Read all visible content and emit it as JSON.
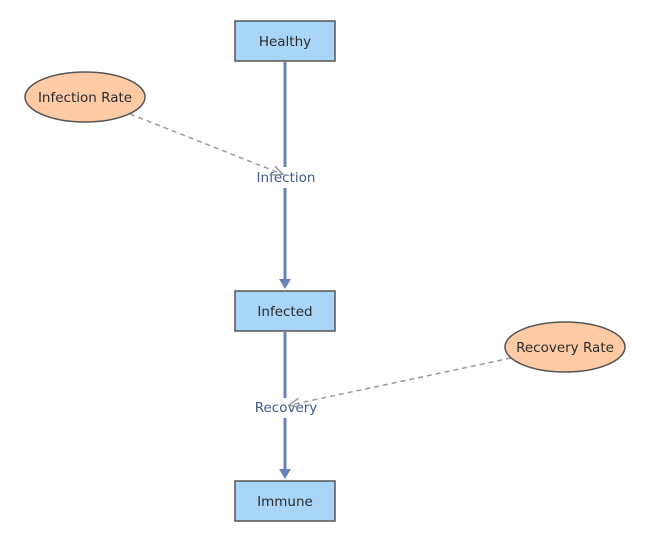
{
  "diagram": {
    "stocks": [
      {
        "id": "healthy",
        "label": "Healthy"
      },
      {
        "id": "infected",
        "label": "Infected"
      },
      {
        "id": "immune",
        "label": "Immune"
      }
    ],
    "flows": [
      {
        "id": "infection",
        "label": "Infection",
        "from": "healthy",
        "to": "infected"
      },
      {
        "id": "recovery",
        "label": "Recovery",
        "from": "infected",
        "to": "immune"
      }
    ],
    "auxiliaries": [
      {
        "id": "infection_rate",
        "label": "Infection Rate",
        "influences": "infection"
      },
      {
        "id": "recovery_rate",
        "label": "Recovery Rate",
        "influences": "recovery"
      }
    ]
  },
  "colors": {
    "stock_fill": "#a9d5f7",
    "stock_stroke": "#555555",
    "aux_fill": "#ffcba4",
    "aux_stroke": "#555555",
    "flow_line": "#6a82b8",
    "link_line": "#9a9a9a",
    "flow_text": "#3f5a8a"
  }
}
